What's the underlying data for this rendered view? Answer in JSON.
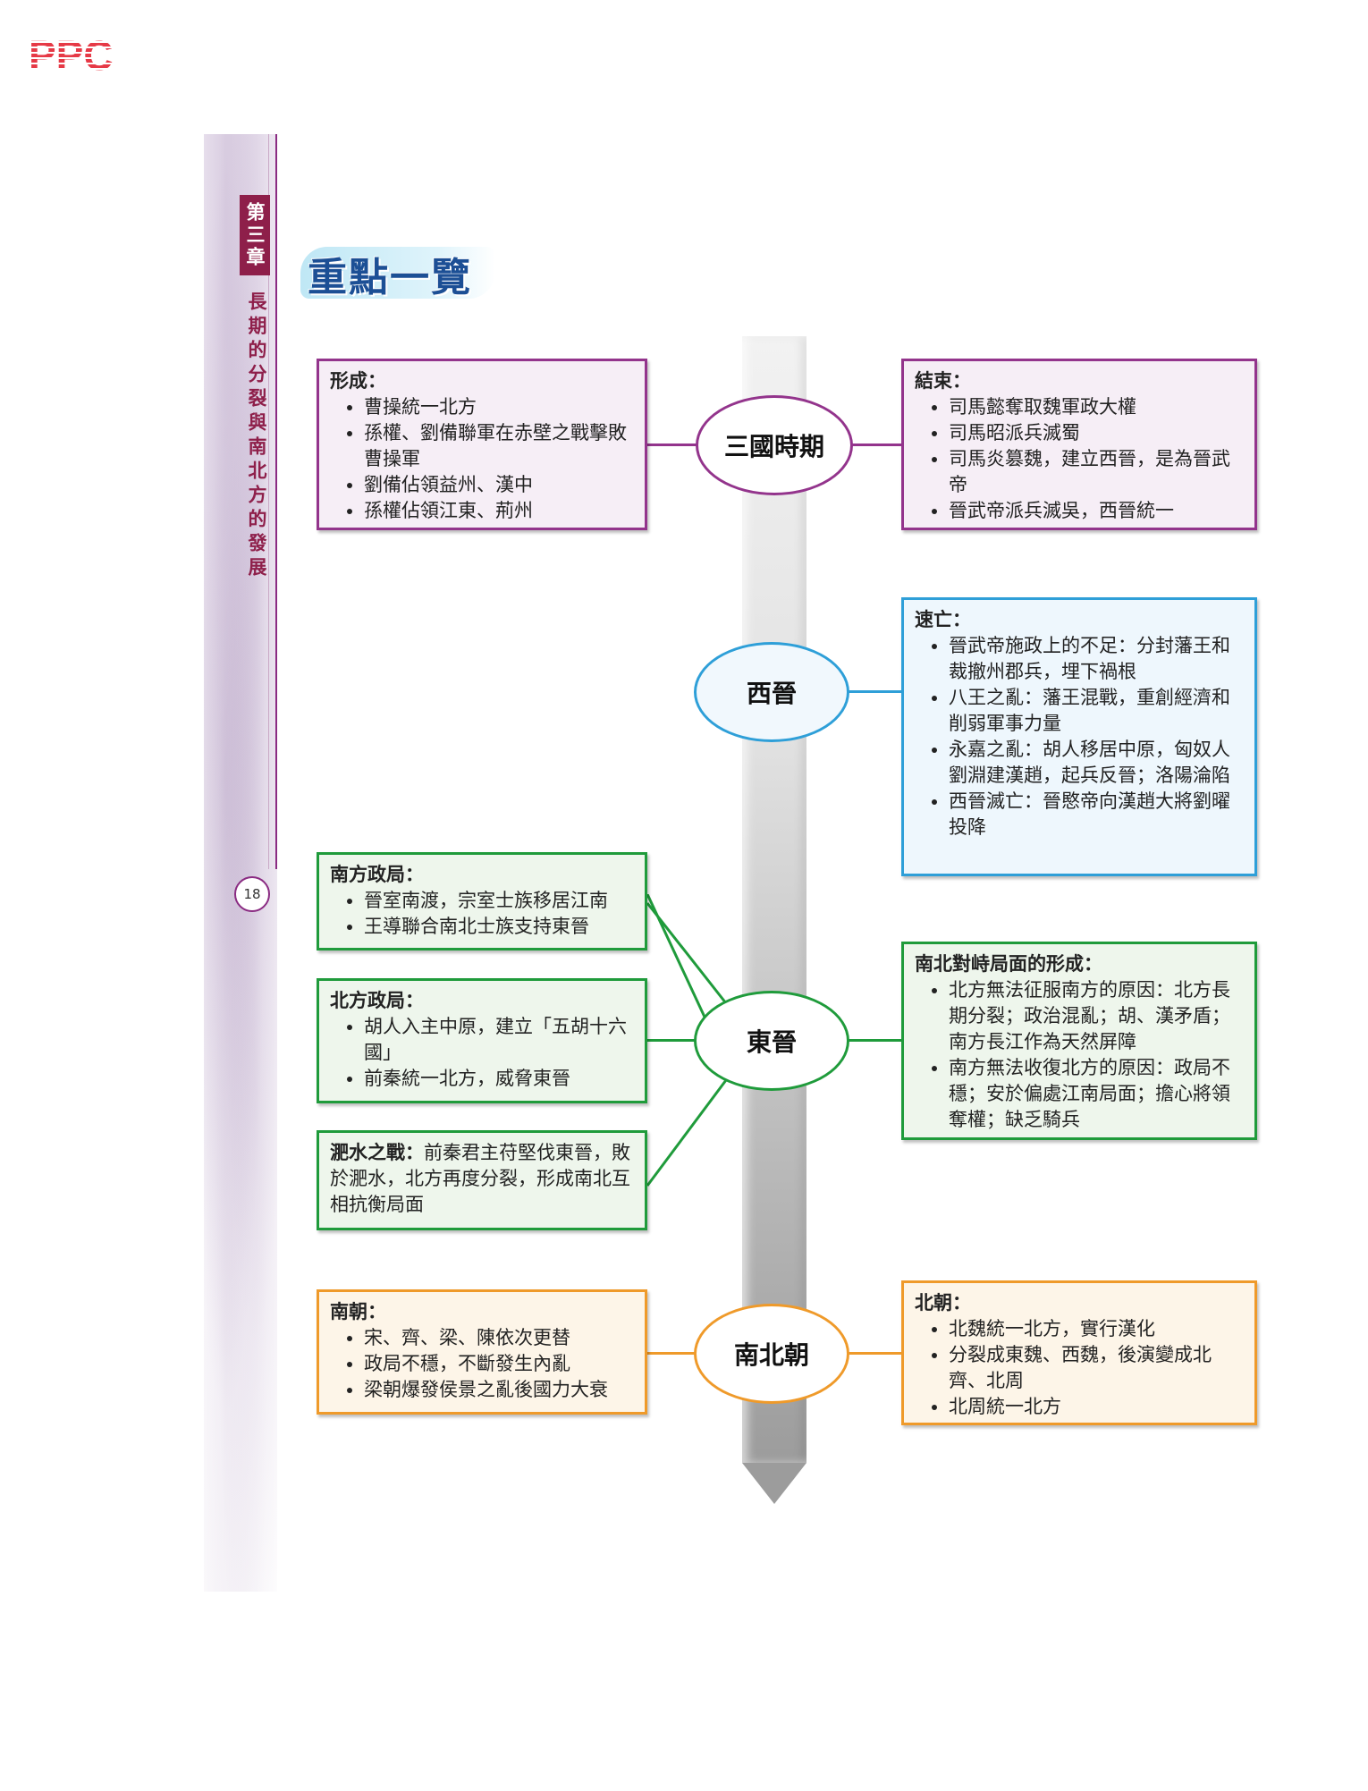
{
  "logo": {
    "text": "PPC",
    "color": "#e63946"
  },
  "sidebar": {
    "chapter_number": "第三章",
    "chapter_title": "長期的分裂與南北方的發展",
    "page_number": "18"
  },
  "heading": {
    "title": "重點一覽"
  },
  "colors": {
    "purple": "#93348c",
    "blue": "#2e9fd8",
    "green": "#1f9b3b",
    "orange": "#ef9a2a"
  },
  "periods": {
    "three_kingdoms": {
      "label": "三國時期",
      "left": {
        "title": "形成：",
        "items": [
          "曹操統一北方",
          "孫權、劉備聯軍在赤壁之戰擊敗曹操軍",
          "劉備佔領益州、漢中",
          "孫權佔領江東、荊州"
        ]
      },
      "right": {
        "title": "結束：",
        "items": [
          "司馬懿奪取魏軍政大權",
          "司馬昭派兵滅蜀",
          "司馬炎篡魏，建立西晉，是為晉武帝",
          "晉武帝派兵滅吳，西晉統一"
        ]
      }
    },
    "western_jin": {
      "label": "西晉",
      "right": {
        "title": "速亡：",
        "items": [
          "晉武帝施政上的不足：分封藩王和裁撤州郡兵，埋下禍根",
          "八王之亂：藩王混戰，重創經濟和削弱軍事力量",
          "永嘉之亂：胡人移居中原，匈奴人劉淵建漢趙，起兵反晉；洛陽淪陷",
          "西晉滅亡：晉愍帝向漢趙大將劉曜投降"
        ]
      }
    },
    "eastern_jin": {
      "label": "東晉",
      "left_south": {
        "title": "南方政局：",
        "items": [
          "晉室南渡，宗室士族移居江南",
          "王導聯合南北士族支持東晉"
        ]
      },
      "left_north": {
        "title": "北方政局：",
        "items": [
          "胡人入主中原，建立「五胡十六國」",
          "前秦統一北方，威脅東晉"
        ]
      },
      "left_battle": {
        "title": "淝水之戰：",
        "text": "前秦君主苻堅伐東晉，敗於淝水，北方再度分裂，形成南北互相抗衡局面"
      },
      "right": {
        "title": "南北對峙局面的形成：",
        "items": [
          "北方無法征服南方的原因：北方長期分裂；政治混亂；胡、漢矛盾；南方長江作為天然屏障",
          "南方無法收復北方的原因：政局不穩；安於偏處江南局面；擔心將領奪權；缺乏騎兵"
        ]
      }
    },
    "northern_southern": {
      "label": "南北朝",
      "left": {
        "title": "南朝：",
        "items": [
          "宋、齊、梁、陳依次更替",
          "政局不穩，不斷發生內亂",
          "梁朝爆發侯景之亂後國力大衰"
        ]
      },
      "right": {
        "title": "北朝：",
        "items": [
          "北魏統一北方，實行漢化",
          "分裂成東魏、西魏，後演變成北齊、北周",
          "北周統一北方"
        ]
      }
    }
  }
}
